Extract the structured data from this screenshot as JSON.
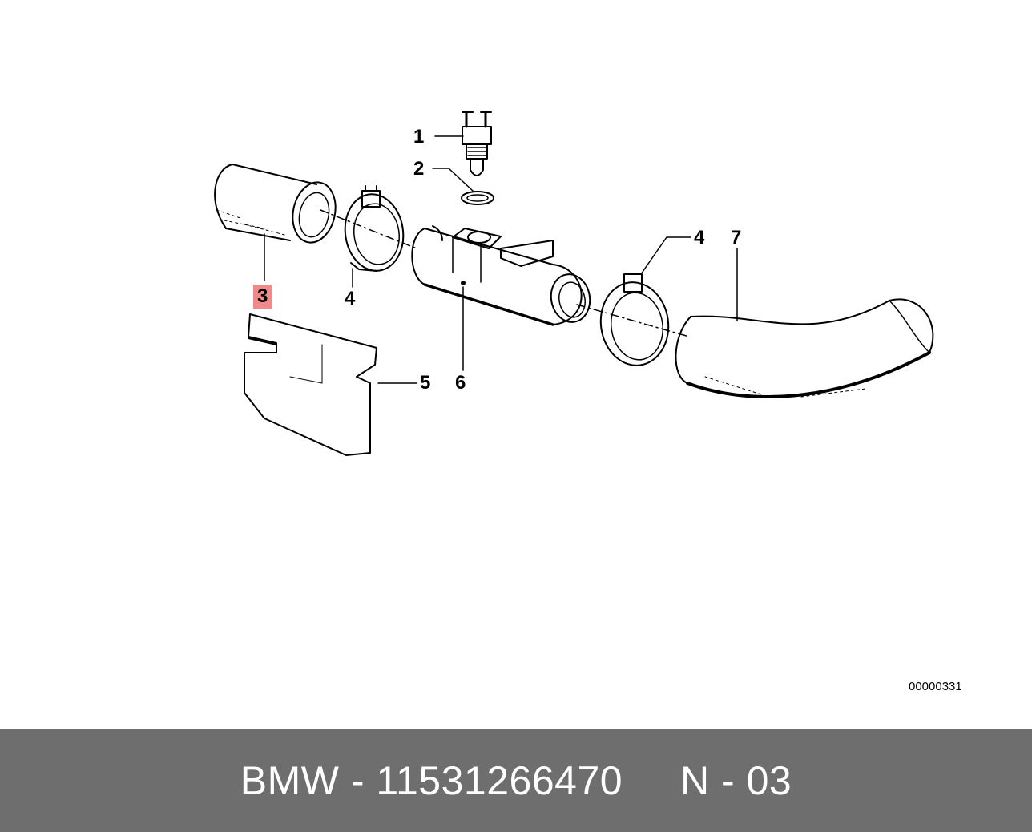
{
  "diagram": {
    "callouts": {
      "part_1": "1",
      "part_2": "2",
      "part_3": "3",
      "part_4a": "4",
      "part_4b": "4",
      "part_5": "5",
      "part_6": "6",
      "part_7": "7"
    },
    "highlighted_callout": "3",
    "highlight_color": "#f08a8a",
    "drawing_number": "00000331"
  },
  "footer": {
    "text": "BMW - 11531266470     N - 03",
    "background_color": "#6e6e6e",
    "text_color": "#ffffff"
  }
}
